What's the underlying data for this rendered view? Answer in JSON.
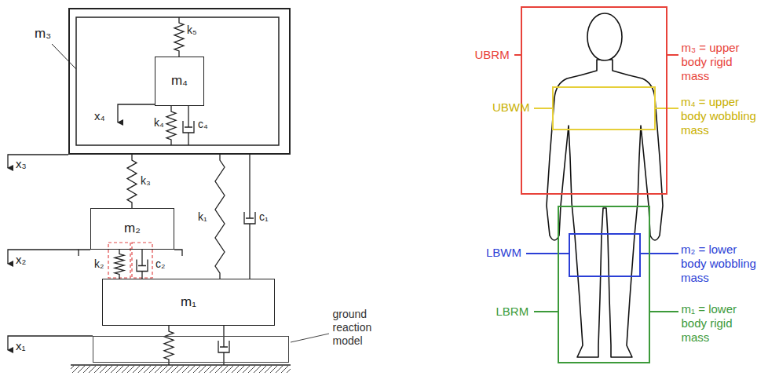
{
  "diagram": {
    "nodes": [
      {
        "text": [
          "m₃"
        ]
      },
      {
        "text": [
          "m₄"
        ],
        "in": 0
      },
      {
        "text": [
          "m₂"
        ]
      },
      {
        "text": [
          "m₁"
        ]
      },
      {
        "text": [
          "ground reaction model"
        ]
      },
      {
        "text": [
          "UBRM",
          "m₃ = upper body rigid mass"
        ]
      },
      {
        "text": [
          "UBWM",
          "m₄ = upper body wobbling mass"
        ],
        "in": 5
      },
      {
        "text": [
          "LBRM",
          "m₁ = lower body rigid mass"
        ]
      },
      {
        "text": [
          "LBWM",
          "m₂ = lower body wobbling mass"
        ],
        "in": 7
      }
    ],
    "edges": [
      {
        "from": 0,
        "to": 1,
        "label": "k₅",
        "arrow": "none"
      },
      {
        "from": 1,
        "to": 0,
        "label": "k₄",
        "arrow": "none"
      },
      {
        "from": 1,
        "to": 0,
        "label": "c₄",
        "arrow": "none"
      },
      {
        "from": 0,
        "to": 2,
        "label": "k₃",
        "arrow": "none"
      },
      {
        "from": 2,
        "to": 3,
        "label": "k₂",
        "arrow": "none"
      },
      {
        "from": 2,
        "to": 3,
        "label": "c₂",
        "arrow": "none"
      },
      {
        "from": 0,
        "to": 3,
        "label": "k₁",
        "arrow": "none"
      },
      {
        "from": 0,
        "to": 3,
        "label": "c₁",
        "arrow": "none"
      }
    ],
    "labels": [
      "x₄",
      "x₃",
      "x₂",
      "x₁"
    ]
  }
}
